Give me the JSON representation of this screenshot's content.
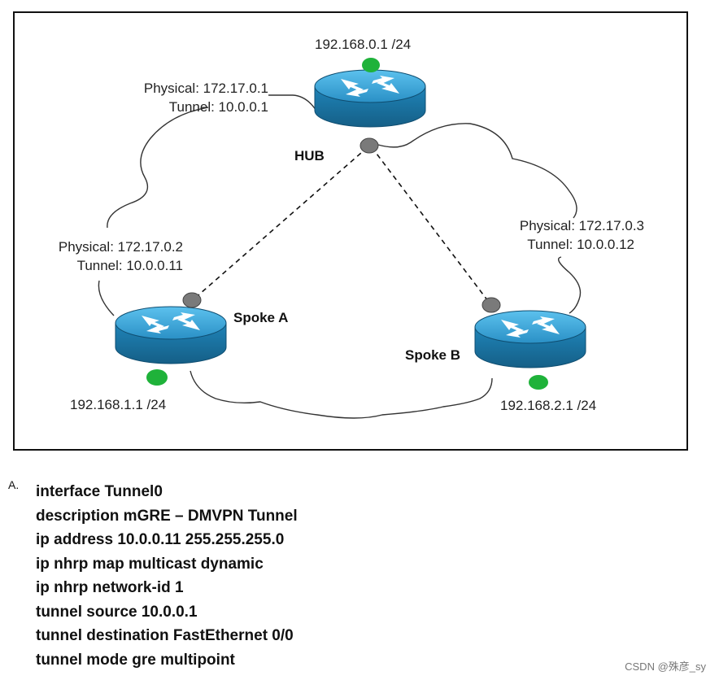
{
  "hub": {
    "name": "HUB",
    "lan": "192.168.0.1 /24",
    "physical": "Physical: 172.17.0.1",
    "tunnel": "Tunnel: 10.0.0.1"
  },
  "spoke_a": {
    "name": "Spoke A",
    "lan": "192.168.1.1 /24",
    "physical": "Physical: 172.17.0.2",
    "tunnel": "Tunnel: 10.0.0.11"
  },
  "spoke_b": {
    "name": "Spoke B",
    "lan": "192.168.2.1 /24",
    "physical": "Physical: 172.17.0.3",
    "tunnel": "Tunnel: 10.0.0.12"
  },
  "colors": {
    "router_top": "#2e9bd0",
    "router_side": "#1b6f9c",
    "lan_dot": "#1fb23a",
    "tunnel_dot": "#7a7a7a"
  },
  "option": {
    "letter": "A.",
    "lines": [
      "interface Tunnel0",
      "description mGRE – DMVPN Tunnel",
      "ip address 10.0.0.11 255.255.255.0",
      "ip nhrp map multicast dynamic",
      "ip nhrp network-id 1",
      "tunnel source 10.0.0.1",
      "tunnel destination FastEthernet 0/0",
      "tunnel mode gre multipoint"
    ]
  },
  "watermark": "CSDN @殊彦_sy"
}
